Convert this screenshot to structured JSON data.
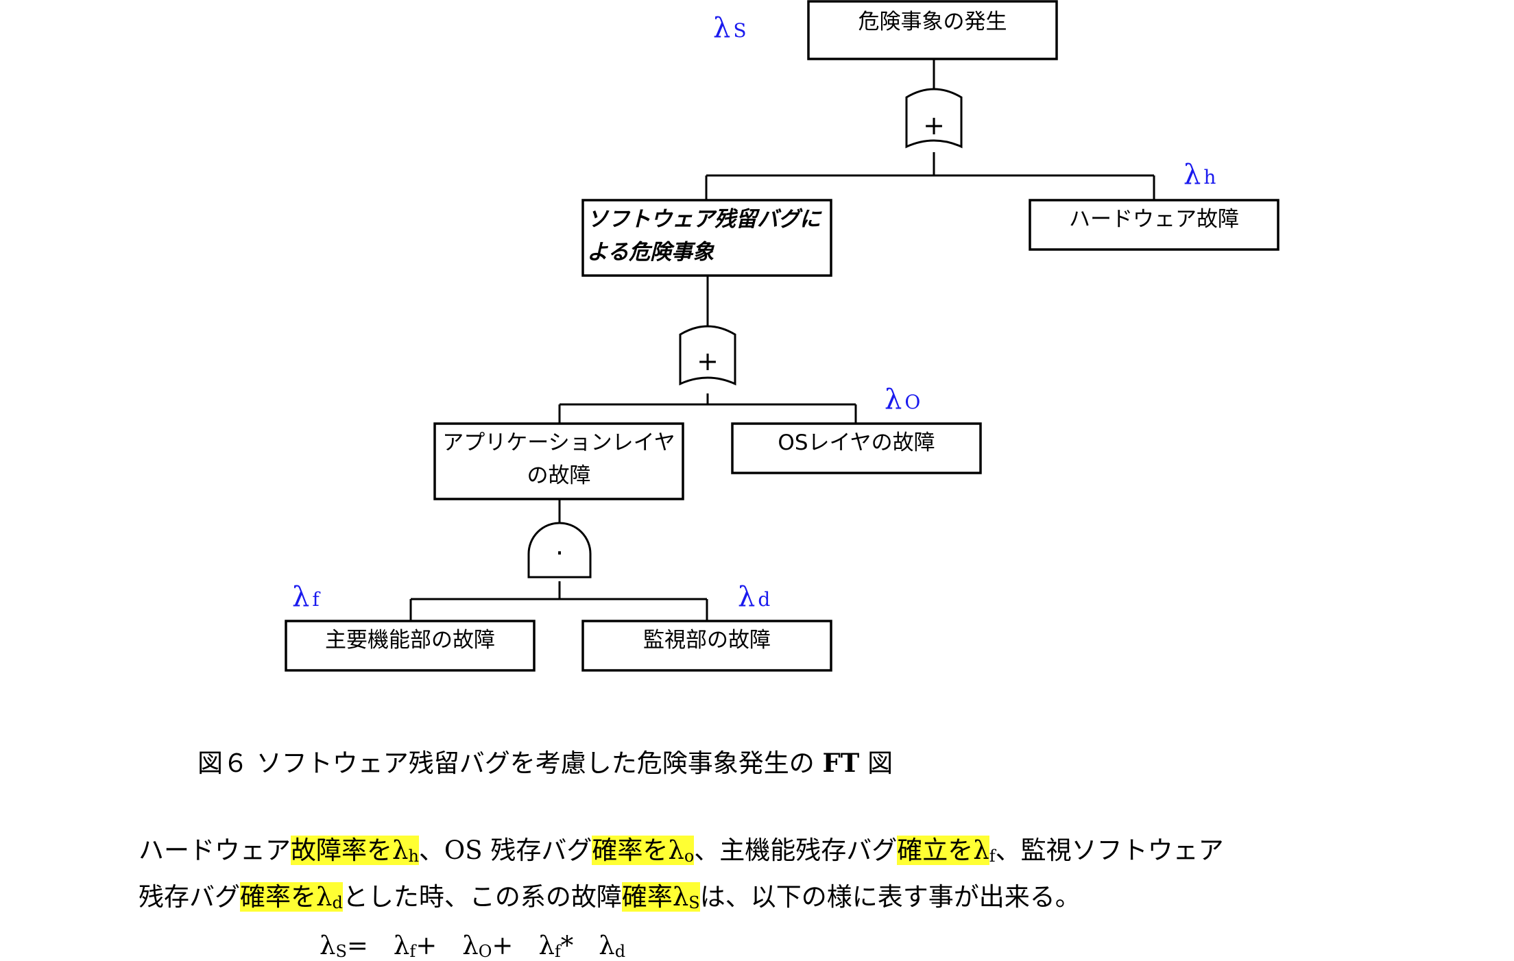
{
  "nodes": {
    "top": "危険事象の発生",
    "sw_line1": "ソフトウェア残留バグに",
    "sw_line2": "よる危険事象",
    "hw": "ハードウェア故障",
    "app_line1": "アプリケーションレイヤ",
    "app_line2": "の故障",
    "os": "OSレイヤの故障",
    "main": "主要機能部の故障",
    "monitor": "監視部の故障"
  },
  "gates": {
    "or_symbol": "+",
    "and_symbol": "·"
  },
  "lambdas": {
    "symbol": "λ",
    "s": "S",
    "h": "h",
    "o": "O",
    "f": "f",
    "d": "d"
  },
  "caption": {
    "prefix": "図６",
    "text": "ソフトウェア残留バグを考慮した危険事象発生の",
    "ft": "FT",
    "suffix": "図"
  },
  "paragraph": {
    "l1a": "ハードウェア",
    "l1b": "故障率をλ",
    "l1c": "h",
    "l1d": "、OS 残存バグ",
    "l1e": "確率をλ",
    "l1f": "o",
    "l1g": "、主機能残存バグ",
    "l1h": "確立をλ",
    "l1i": "f",
    "l1j": "、監視ソフトウェア",
    "l2a": "残存バグ",
    "l2b": "確率をλ",
    "l2c": "d",
    "l2d": "とした時、この系の故障",
    "l2e": "確率λ",
    "l2f": "S",
    "l2g": "は、以下の様に表す事が出来る。"
  },
  "formula": {
    "lhs": "λ",
    "lhs_sub": "S",
    "eq": "=",
    "t1": "λ",
    "t1_sub": "f",
    "plus1": "+",
    "t2": "λ",
    "t2_sub": "O",
    "plus2": "+",
    "t3": "λ",
    "t3_sub": "f",
    "star": "*",
    "t4": "λ",
    "t4_sub": "d"
  }
}
